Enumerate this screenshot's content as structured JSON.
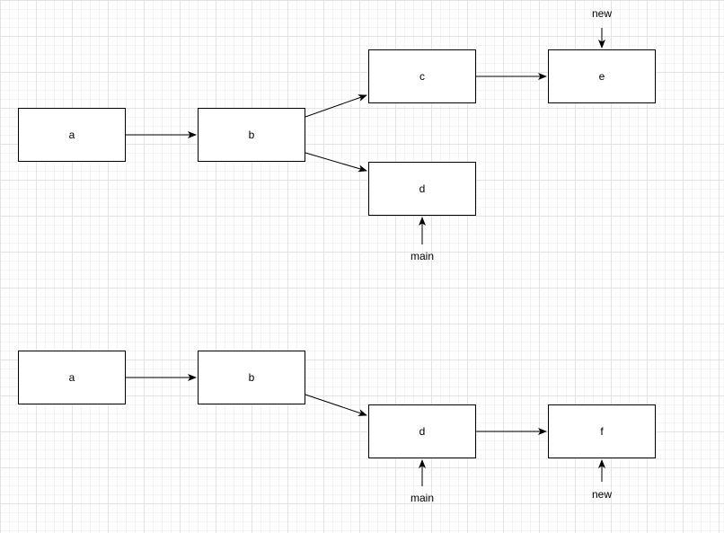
{
  "diagrams": [
    {
      "nodes": [
        {
          "id": "t_a",
          "label": "a"
        },
        {
          "id": "t_b",
          "label": "b"
        },
        {
          "id": "t_c",
          "label": "c"
        },
        {
          "id": "t_d",
          "label": "d"
        },
        {
          "id": "t_e",
          "label": "e"
        }
      ],
      "edges": [
        {
          "from": "t_a",
          "to": "t_b"
        },
        {
          "from": "t_b",
          "to": "t_c"
        },
        {
          "from": "t_b",
          "to": "t_d"
        },
        {
          "from": "t_c",
          "to": "t_e"
        }
      ],
      "pointers": [
        {
          "label": "new",
          "target": "t_e"
        },
        {
          "label": "main",
          "target": "t_d"
        }
      ]
    },
    {
      "nodes": [
        {
          "id": "b_a",
          "label": "a"
        },
        {
          "id": "b_b",
          "label": "b"
        },
        {
          "id": "b_d",
          "label": "d"
        },
        {
          "id": "b_f",
          "label": "f"
        }
      ],
      "edges": [
        {
          "from": "b_a",
          "to": "b_b"
        },
        {
          "from": "b_b",
          "to": "b_d"
        },
        {
          "from": "b_d",
          "to": "b_f"
        }
      ],
      "pointers": [
        {
          "label": "main",
          "target": "b_d"
        },
        {
          "label": "new",
          "target": "b_f"
        }
      ]
    }
  ],
  "colors": {
    "stroke": "#000000",
    "node_fill": "#ffffff",
    "grid_major": "#e3e3e3",
    "grid_minor": "#f3f3f3"
  }
}
